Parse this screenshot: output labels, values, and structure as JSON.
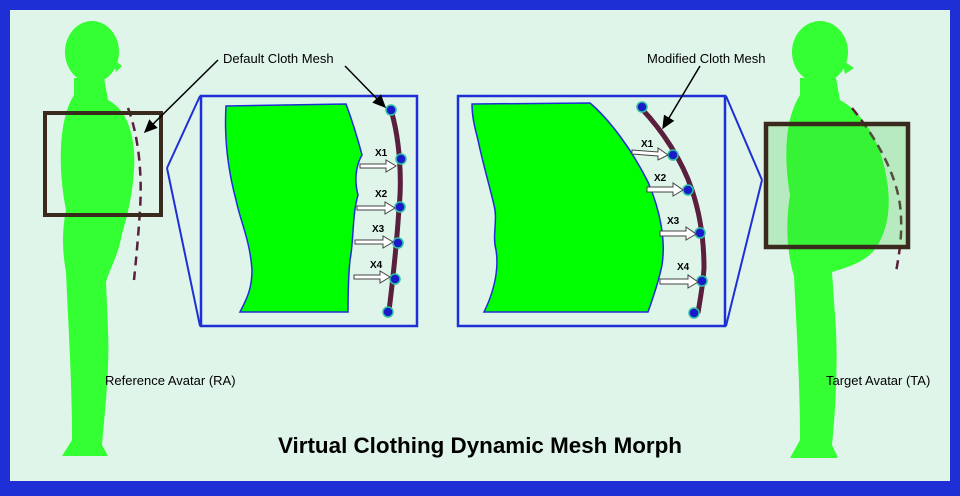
{
  "title": "Virtual Clothing Dynamic Mesh Morph",
  "labels": {
    "default_mesh": "Default Cloth Mesh",
    "modified_mesh": "Modified Cloth Mesh",
    "reference_avatar": "Reference Avatar (RA)",
    "target_avatar": "Target Avatar (TA)"
  },
  "left_panel": {
    "x_labels": [
      "X1",
      "X2",
      "X3",
      "X4"
    ]
  },
  "right_panel": {
    "x_labels": [
      "X1",
      "X2",
      "X3",
      "X4"
    ]
  },
  "colors": {
    "border": "#1f2fd6",
    "background": "#dff5ea",
    "body": "#33ff33",
    "panel_fill": "#00ff00",
    "frame_box": "#3a2a1e",
    "cloth_curve": "#5a1f3c",
    "vertex": "#1a1acc",
    "vertex_ring": "#2cc2a0"
  }
}
